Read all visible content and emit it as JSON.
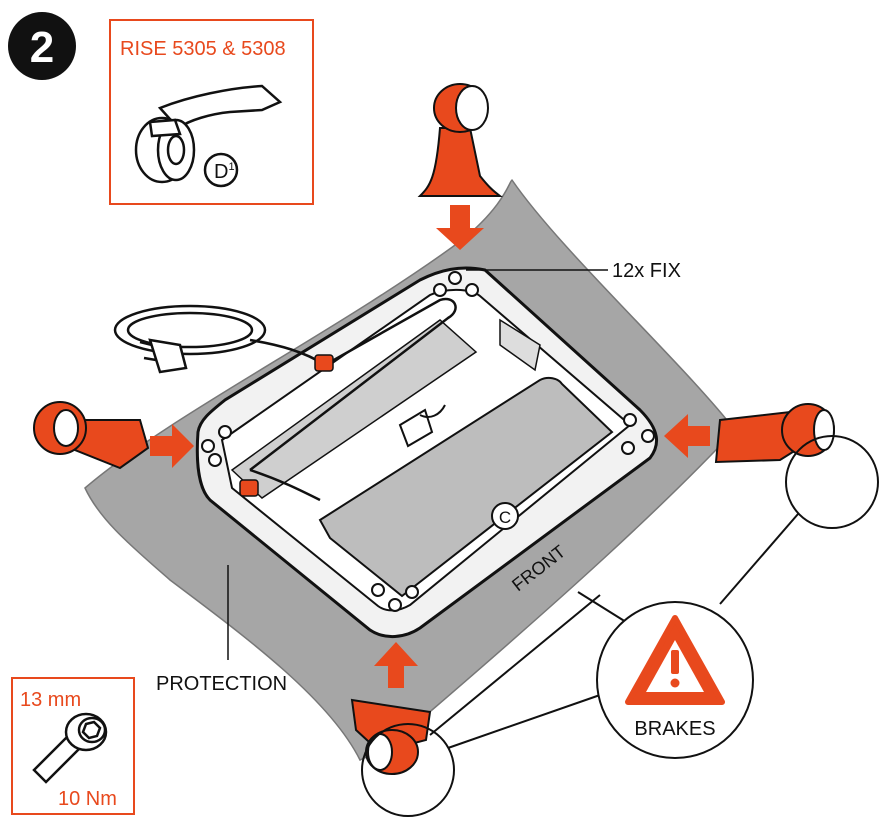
{
  "step": {
    "number": "2"
  },
  "part_box": {
    "title": "RISE 5305 & 5308",
    "part_id": "D",
    "part_sup": "1"
  },
  "labels": {
    "fix": "12x FIX",
    "protection": "PROTECTION",
    "front": "FRONT",
    "brakes": "BRAKES",
    "part_c": "C"
  },
  "tool_box": {
    "wrench_size": "13 mm",
    "torque": "10 Nm"
  },
  "colors": {
    "accent": "#e8491d",
    "ink": "#111111",
    "protection_sheet": "#a6a6a6",
    "frame_fill": "#f2f2f2",
    "frame_inner": "#bdbdbd"
  },
  "icons": [
    "warning-triangle-icon",
    "socket-wrench-icon",
    "castor-wheel-icon",
    "power-plug-icon",
    "direction-arrow-icon"
  ]
}
